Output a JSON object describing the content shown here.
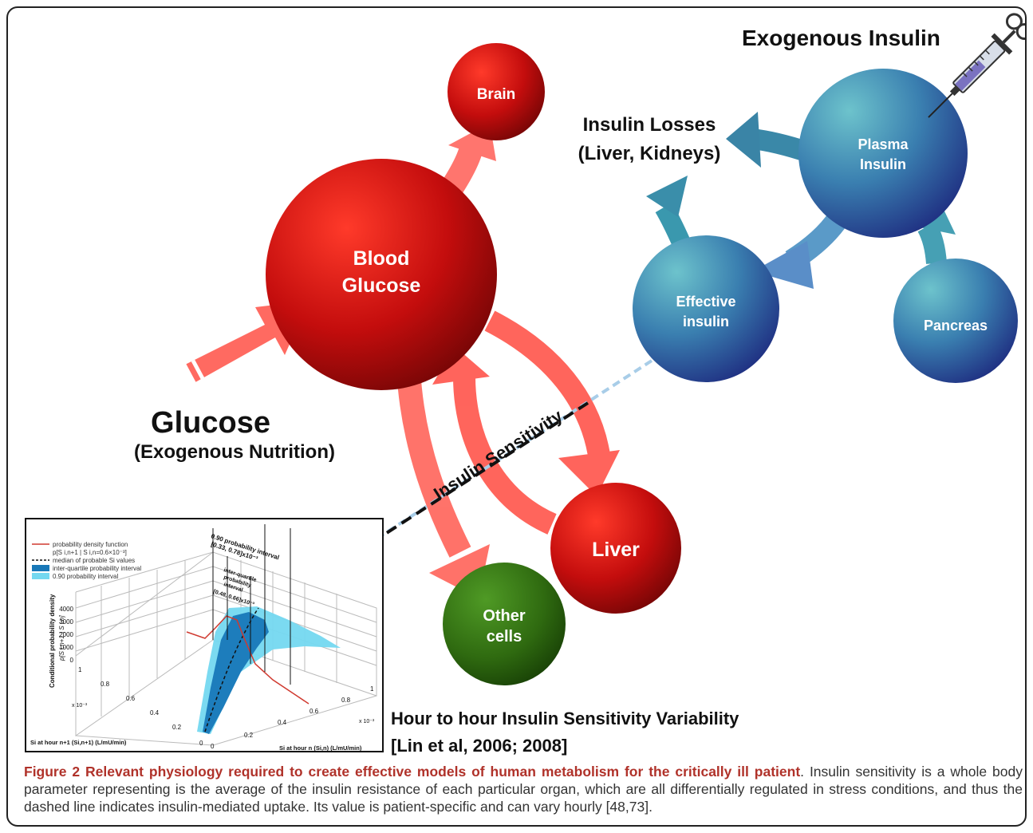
{
  "nodes": {
    "brain": "Brain",
    "blood_glucose_1": "Blood",
    "blood_glucose_2": "Glucose",
    "liver": "Liver",
    "other_cells_1": "Other",
    "other_cells_2": "cells",
    "plasma_insulin_1": "Plasma",
    "plasma_insulin_2": "Insulin",
    "effective_insulin_1": "Effective",
    "effective_insulin_2": "insulin",
    "pancreas": "Pancreas"
  },
  "labels": {
    "exogenous_insulin": "Exogenous Insulin",
    "insulin_losses_1": "Insulin Losses",
    "insulin_losses_2": "(Liver, Kidneys)",
    "glucose": "Glucose",
    "glucose_sub": "(Exogenous Nutrition)",
    "insulin_sensitivity": "Insulin Sensitivity",
    "variability_1": "Hour to hour Insulin Sensitivity Variability",
    "variability_2": "[Lin et al, 2006; 2008]"
  },
  "inset": {
    "legend": [
      "probability density function",
      "p[S i,n+1 | S i,n=0.6×10⁻³]",
      "median of probable Si values",
      "inter-quartile probability interval",
      "0.90 probability interval"
    ],
    "ann_90_1": "0.90 probability interval",
    "ann_90_2": "[0.33, 0.78]x10⁻³",
    "ann_iq_1": "inter-quartile",
    "ann_iq_2": "probability",
    "ann_iq_3": "interval",
    "ann_iq_4": "[0.48, 0.66]x10⁻³",
    "zlabel_1": "Conditional probability density",
    "zlabel_2": "p[S i,n+1 | S i,n]",
    "z_ticks": [
      "4000",
      "3000",
      "2000",
      "1000",
      "0"
    ],
    "left_ticks": [
      "1",
      "0.8",
      "0.6",
      "0.4",
      "0.2",
      "0"
    ],
    "right_ticks": [
      "0",
      "0.2",
      "0.4",
      "0.6",
      "0.8",
      "1"
    ],
    "left_exp": "x 10⁻³",
    "right_exp": "x 10⁻³",
    "xlabel_left": "Si at hour n+1 (Si,n+1) (L/mU/min)",
    "xlabel_right": "Si at hour n (Si,n) (L/mU/min)",
    "colors": {
      "pdf": "#d03a30",
      "iqr": "#1878b8",
      "p90": "#74d8f0"
    }
  },
  "caption": {
    "title": "Figure 2 Relevant physiology required to create effective models of human metabolism for the critically ill patient",
    "body": ". Insulin sensitivity is a whole body parameter representing is the average of the insulin resistance of each particular organ, which are all differentially regulated in stress conditions, and thus the dashed line indicates insulin-mediated uptake. Its value is patient-specific and can vary hourly [48,73]."
  },
  "colors": {
    "red_node": "#c01010",
    "blue_node": "#2b4f9a",
    "green_node": "#2e6a10",
    "caption_title": "#b0322a"
  }
}
